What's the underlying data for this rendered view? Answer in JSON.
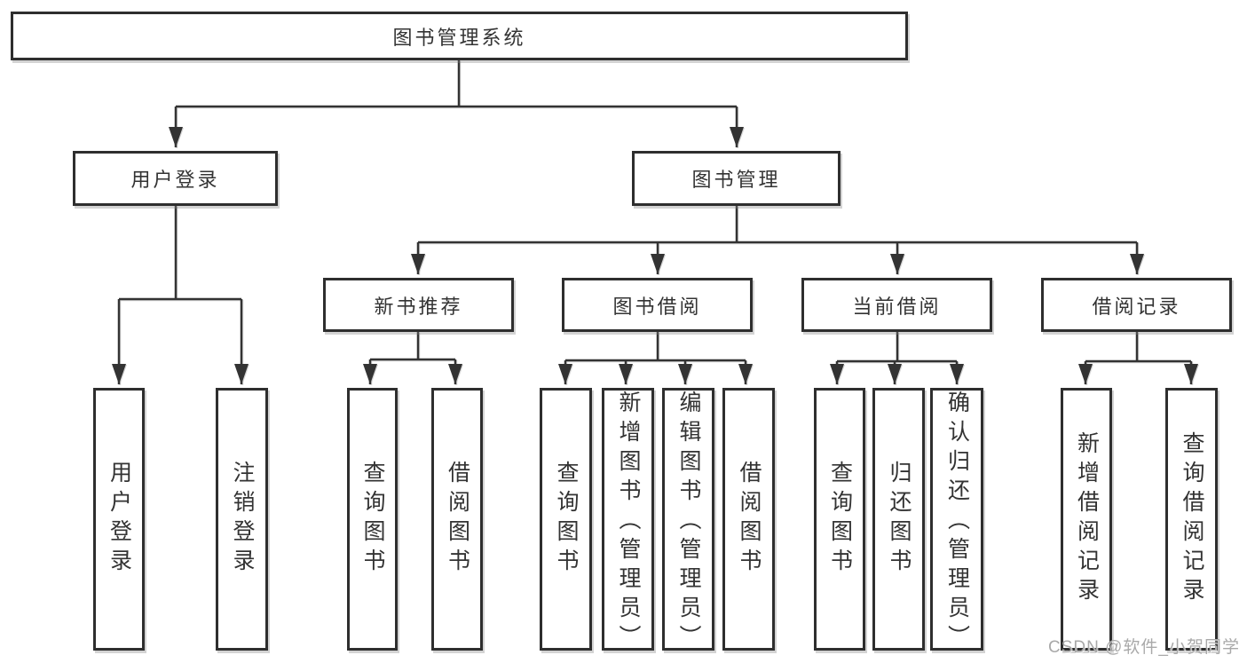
{
  "diagram": {
    "watermark": "CSDN @软件_小贺同学",
    "colors": {
      "line": "#333333",
      "box_border": "#2e2e2e",
      "text": "#333333",
      "background": "#ffffff",
      "watermark": "#a9a9a9"
    },
    "root": {
      "label": "图书管理系统",
      "children": [
        {
          "label": "用户登录",
          "children": [
            {
              "label": "用户登录"
            },
            {
              "label": "注销登录"
            }
          ]
        },
        {
          "label": "图书管理",
          "children": [
            {
              "label": "新书推荐",
              "children": [
                {
                  "label": "查询图书"
                },
                {
                  "label": "借阅图书"
                }
              ]
            },
            {
              "label": "图书借阅",
              "children": [
                {
                  "label": "查询图书"
                },
                {
                  "label": "新增图书（管理员）"
                },
                {
                  "label": "编辑图书（管理员）"
                },
                {
                  "label": "借阅图书"
                }
              ]
            },
            {
              "label": "当前借阅",
              "children": [
                {
                  "label": "查询图书"
                },
                {
                  "label": "归还图书"
                },
                {
                  "label": "确认归还（管理员）"
                }
              ]
            },
            {
              "label": "借阅记录",
              "children": [
                {
                  "label": "新增借阅记录"
                },
                {
                  "label": "查询借阅记录"
                }
              ]
            }
          ]
        }
      ]
    }
  }
}
